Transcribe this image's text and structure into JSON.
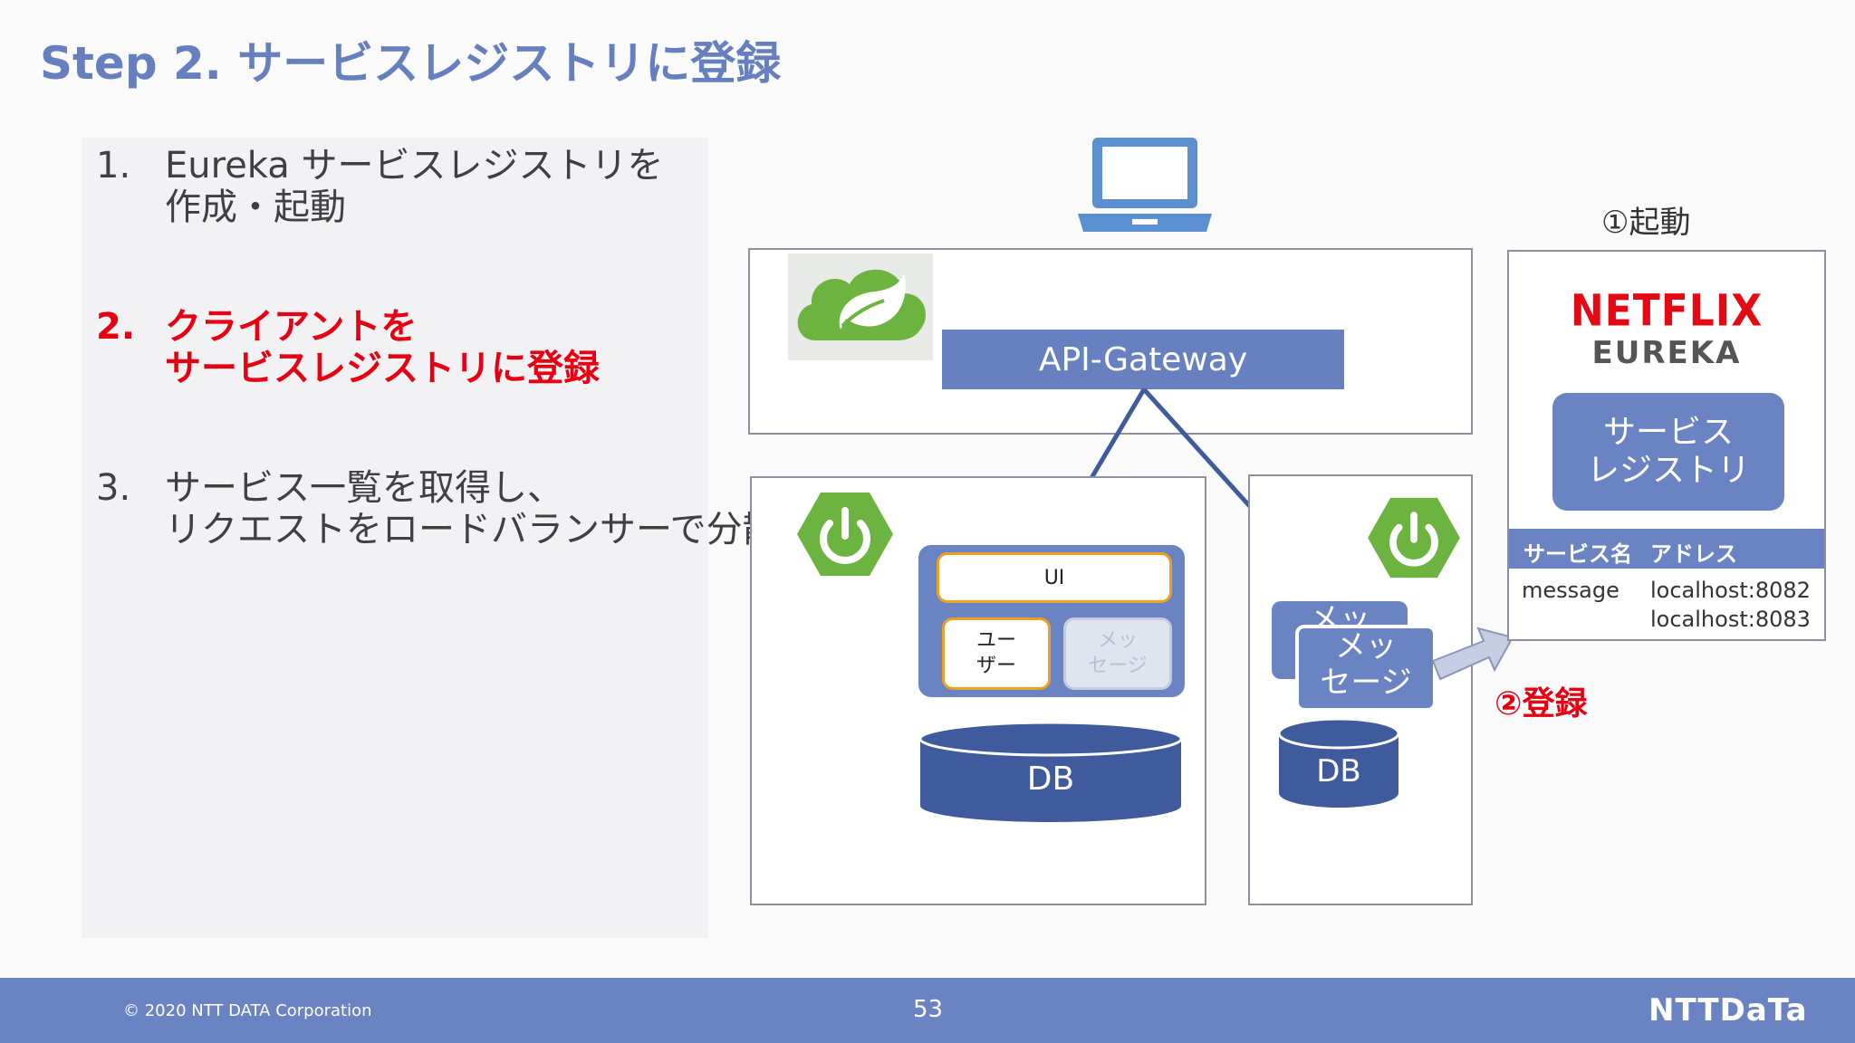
{
  "slide": {
    "title": "Step 2. サービスレジストリに登録",
    "steps": [
      {
        "num": "1.",
        "line1": "Eureka サービスレジストリを",
        "line2": "作成・起動"
      },
      {
        "num": "2.",
        "line1": "クライアントを",
        "line2": "サービスレジストリに登録"
      },
      {
        "num": "3.",
        "line1": "サービス一覧を取得し、",
        "line2": "リクエストをロードバランサーで分散"
      }
    ]
  },
  "diagram": {
    "api_gateway": "API-Gateway",
    "ui_label": "UI",
    "user_card": [
      "ユー",
      "ザー"
    ],
    "message_card": [
      "メッ",
      "セージ"
    ],
    "db_left": "DB",
    "db_right": "DB",
    "message_back": "メッ",
    "message_front": [
      "メッ",
      "セージ"
    ],
    "startup_label": "①起動",
    "register_label": "②登録",
    "eureka": {
      "netflix": "NETFLIX",
      "eureka": "EUREKA",
      "registry_lines": [
        "サービス",
        "レジストリ"
      ],
      "table": {
        "headers": [
          "サービス名",
          "アドレス"
        ],
        "service": "message",
        "addresses": [
          "localhost:8082",
          "localhost:8083"
        ]
      }
    }
  },
  "footer": {
    "copyright": "© 2020 NTT DATA Corporation",
    "page": "53",
    "logo": "NTTDaTa"
  },
  "colors": {
    "accent": "#6680bf",
    "highlight": "#e60012",
    "db": "#3f5b9e",
    "spring": "#6db33f"
  },
  "icons": [
    "laptop-icon",
    "spring-cloud-icon",
    "spring-boot-icon"
  ]
}
